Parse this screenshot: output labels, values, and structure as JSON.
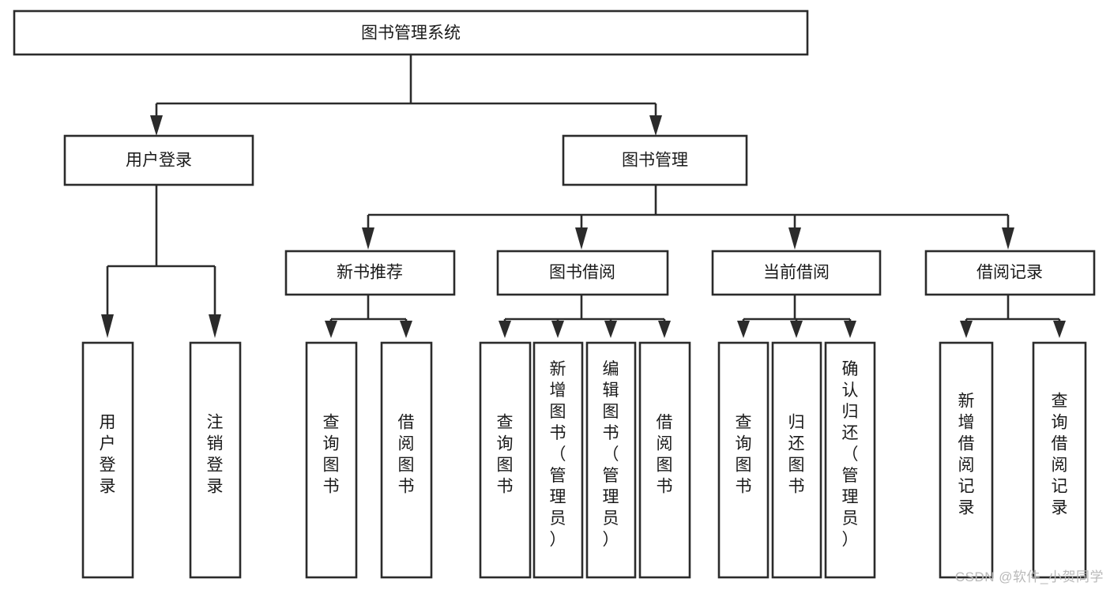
{
  "diagram": {
    "type": "tree-hierarchy",
    "title": "图书管理系统",
    "watermark": "CSDN @软件_小贺同学",
    "colors": {
      "stroke": "#2b2b2b",
      "fill": "#ffffff",
      "text": "#1a1a1a",
      "watermark": "#b9b9b9"
    },
    "root": {
      "label": "图书管理系统",
      "orientation": "horizontal"
    },
    "level2": [
      {
        "label": "用户登录",
        "orientation": "horizontal"
      },
      {
        "label": "图书管理",
        "orientation": "horizontal"
      }
    ],
    "level3": [
      {
        "label": "新书推荐",
        "orientation": "horizontal",
        "parent": "图书管理"
      },
      {
        "label": "图书借阅",
        "orientation": "horizontal",
        "parent": "图书管理"
      },
      {
        "label": "当前借阅",
        "orientation": "horizontal",
        "parent": "图书管理"
      },
      {
        "label": "借阅记录",
        "orientation": "horizontal",
        "parent": "图书管理"
      }
    ],
    "leaves": {
      "user_login": [
        {
          "label": "用户登录",
          "orientation": "vertical"
        },
        {
          "label": "注销登录",
          "orientation": "vertical"
        }
      ],
      "new_book_recommend": [
        {
          "label": "查询图书",
          "orientation": "vertical"
        },
        {
          "label": "借阅图书",
          "orientation": "vertical"
        }
      ],
      "book_borrow": [
        {
          "label": "查询图书",
          "orientation": "vertical"
        },
        {
          "label": "新增图书（管理员）",
          "orientation": "vertical"
        },
        {
          "label": "编辑图书（管理员）",
          "orientation": "vertical"
        },
        {
          "label": "借阅图书",
          "orientation": "vertical"
        }
      ],
      "current_borrow": [
        {
          "label": "查询图书",
          "orientation": "vertical"
        },
        {
          "label": "归还图书",
          "orientation": "vertical"
        },
        {
          "label": "确认归还（管理员）",
          "orientation": "vertical"
        }
      ],
      "borrow_record": [
        {
          "label": "新增借阅记录",
          "orientation": "vertical"
        },
        {
          "label": "查询借阅记录",
          "orientation": "vertical"
        }
      ]
    }
  }
}
